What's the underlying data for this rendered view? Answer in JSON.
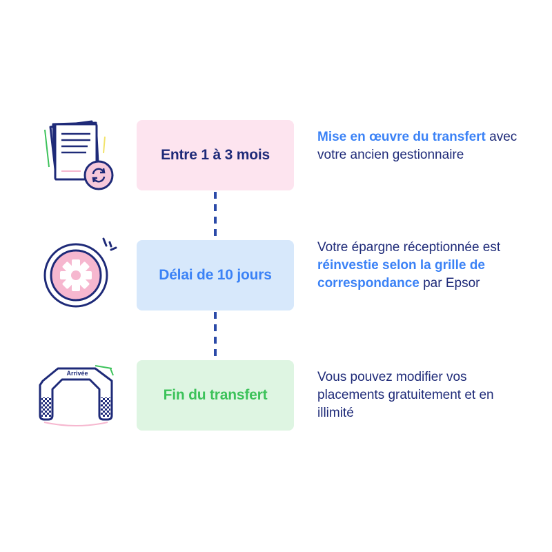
{
  "colors": {
    "navy": "#1e2a78",
    "accent_blue": "#3b82f6",
    "green": "#3cc25a",
    "pink_bg": "#fde4ef",
    "blue_bg": "#d7e8fb",
    "green_bg": "#def5e2"
  },
  "steps": [
    {
      "icon": "documents-refresh-icon",
      "duration": "Entre 1 à 3 mois",
      "description": [
        {
          "text": "Mise en œuvre du transfert",
          "highlight": true
        },
        {
          "text": " avec votre ancien gestionnaire",
          "highlight": false
        }
      ]
    },
    {
      "icon": "gear-disc-icon",
      "duration": "Délai de 10 jours",
      "description": [
        {
          "text": "Votre épargne réceptionnée est ",
          "highlight": false
        },
        {
          "text": "réinvestie selon la grille de correspondance",
          "highlight": true
        },
        {
          "text": " par Epsor",
          "highlight": false
        }
      ]
    },
    {
      "icon": "finish-arch-icon",
      "icon_label": "Arrivée",
      "duration": "Fin du transfert",
      "description": [
        {
          "text": "Vous pouvez modifier vos placements gratuitement et en illimité",
          "highlight": false
        }
      ]
    }
  ]
}
